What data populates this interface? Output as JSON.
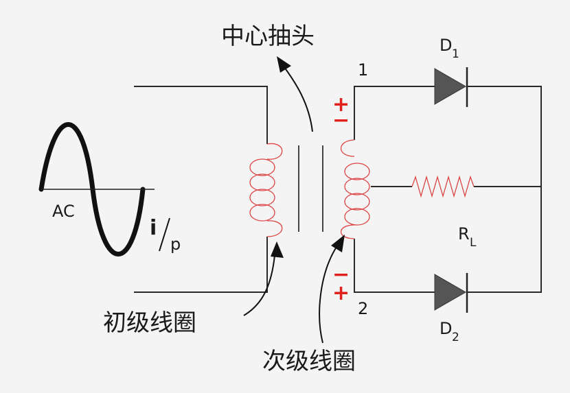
{
  "labels": {
    "center_tap": "中心抽头",
    "primary_coil": "初级线圈",
    "secondary_coil": "次级线圈",
    "ac": "AC",
    "input_i": "i",
    "input_p": "p",
    "node1": "1",
    "node2": "2",
    "d1_main": "D",
    "d1_sub": "1",
    "d2_main": "D",
    "d2_sub": "2",
    "rl_main": "R",
    "rl_sub": "L",
    "top_plus": "+",
    "top_minus": "−",
    "bottom_minus": "−",
    "bottom_plus": "+"
  },
  "colors": {
    "coil": "#d44444",
    "sign": "#e0201a",
    "wire": "#2a2a2a",
    "diode": "#555555"
  }
}
